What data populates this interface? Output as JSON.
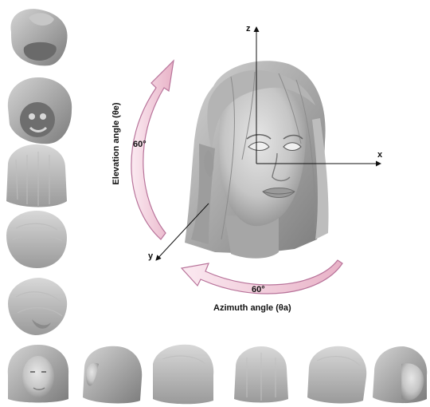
{
  "axes": {
    "z": "z",
    "x": "x",
    "y": "y"
  },
  "elevation": {
    "label": "Elevation angle (θe)",
    "angle": "60°"
  },
  "azimuth": {
    "label": "Azimuth angle (θa)",
    "angle": "60°"
  },
  "views": {
    "left_column": [
      "top-view",
      "bottom-view",
      "back-view",
      "top-back-view",
      "top-side-view"
    ],
    "bottom_row": [
      "front-view",
      "left-profile-view",
      "back-left-view",
      "back-view",
      "back-right-view",
      "right-profile-view"
    ]
  },
  "colors": {
    "arc_fill": "#f0c9d7",
    "arc_stroke": "#b8739a",
    "hair": "#a9a9a9",
    "skin": "#c4c4c4"
  }
}
